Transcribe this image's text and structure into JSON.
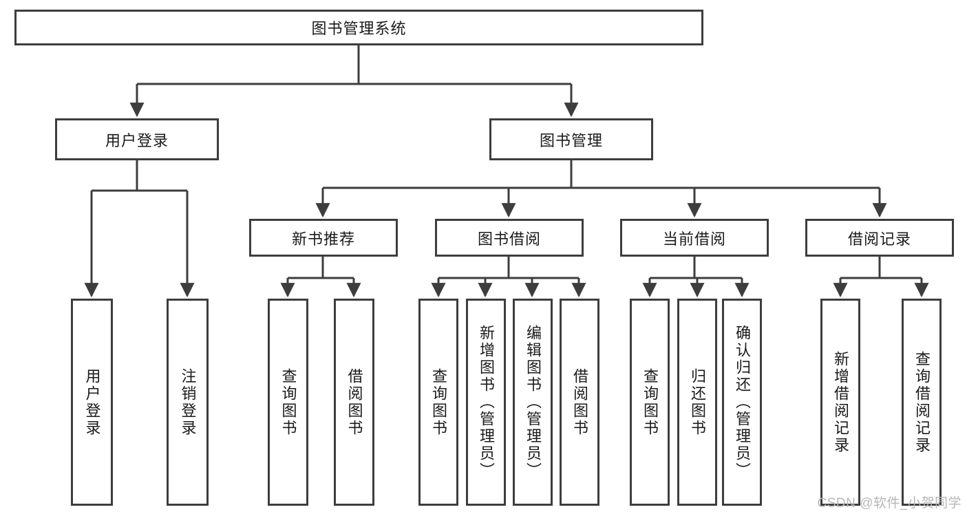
{
  "diagram": {
    "title": "图书管理系统",
    "type": "tree",
    "root": {
      "id": "root",
      "label": "图书管理系统"
    },
    "level2": [
      {
        "id": "user-login",
        "label": "用户登录"
      },
      {
        "id": "book-manage",
        "label": "图书管理"
      }
    ],
    "level3": [
      {
        "id": "new-book-recommend",
        "label": "新书推荐"
      },
      {
        "id": "book-borrow",
        "label": "图书借阅"
      },
      {
        "id": "current-borrow",
        "label": "当前借阅"
      },
      {
        "id": "borrow-record",
        "label": "借阅记录"
      }
    ],
    "leaves": [
      {
        "id": "leaf-user-login",
        "label": "用户登录",
        "parent": "user-login"
      },
      {
        "id": "leaf-user-logout",
        "label": "注销登录",
        "parent": "user-login"
      },
      {
        "id": "leaf-query-book-1",
        "label": "查询图书",
        "parent": "new-book-recommend"
      },
      {
        "id": "leaf-borrow-book-1",
        "label": "借阅图书",
        "parent": "new-book-recommend"
      },
      {
        "id": "leaf-query-book-2",
        "label": "查询图书",
        "parent": "book-borrow"
      },
      {
        "id": "leaf-add-book",
        "label": "新增图书（管理员）",
        "parent": "book-borrow"
      },
      {
        "id": "leaf-edit-book",
        "label": "编辑图书（管理员）",
        "parent": "book-borrow"
      },
      {
        "id": "leaf-borrow-book-2",
        "label": "借阅图书",
        "parent": "book-borrow"
      },
      {
        "id": "leaf-query-book-3",
        "label": "查询图书",
        "parent": "current-borrow"
      },
      {
        "id": "leaf-return-book",
        "label": "归还图书",
        "parent": "current-borrow"
      },
      {
        "id": "leaf-confirm-return",
        "label": "确认归还（管理员）",
        "parent": "current-borrow"
      },
      {
        "id": "leaf-add-record",
        "label": "新增借阅记录",
        "parent": "borrow-record"
      },
      {
        "id": "leaf-query-record",
        "label": "查询借阅记录",
        "parent": "borrow-record"
      }
    ],
    "colors": {
      "border": "#3d3d3d",
      "background": "#ffffff",
      "text": "#1a1a1a",
      "watermark": "#b6b6b6"
    }
  },
  "watermark": {
    "text": "CSDN @软件_小贺同学"
  }
}
